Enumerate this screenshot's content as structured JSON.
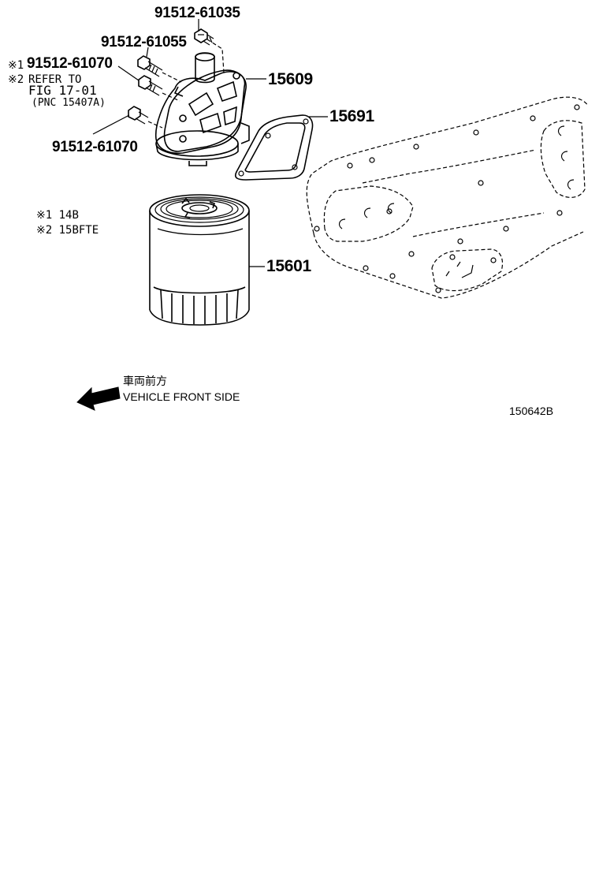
{
  "labels": {
    "bolt_top": "91512-61035",
    "bolt_second": "91512-61055",
    "bolt_third": "91512-61070",
    "bolt_bottom": "91512-61070",
    "bracket": "15609",
    "gasket": "15691",
    "oil_filter": "15601"
  },
  "notes": {
    "mark1": "※1",
    "mark2": "※2",
    "refer_line1": "REFER TO",
    "refer_line2": "FIG 17-01",
    "refer_line3": "(PNC 15407A)",
    "legend1": "※1 14B",
    "legend2": "※2 15BFTE"
  },
  "direction": {
    "jp": "車両前方",
    "en": "VEHICLE FRONT SIDE"
  },
  "figure_id": "150642B"
}
